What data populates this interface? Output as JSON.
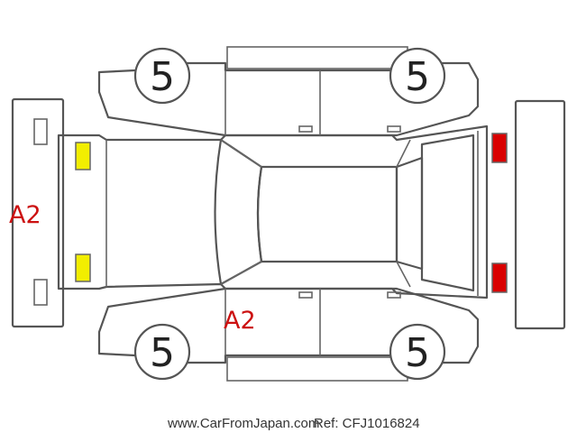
{
  "tires": {
    "front_left": "5",
    "rear_left": "5",
    "front_right": "5",
    "rear_right": "5"
  },
  "damage": {
    "front_bumper_code": "A2",
    "side_code": "A2"
  },
  "colors": {
    "headlight": "#f2ee00",
    "taillight": "#d90000",
    "damage_text": "#cc1111",
    "outline": "#555555"
  },
  "footer": {
    "site": "www.CarFromJapan.com",
    "ref": "Ref: CFJ1016824"
  }
}
